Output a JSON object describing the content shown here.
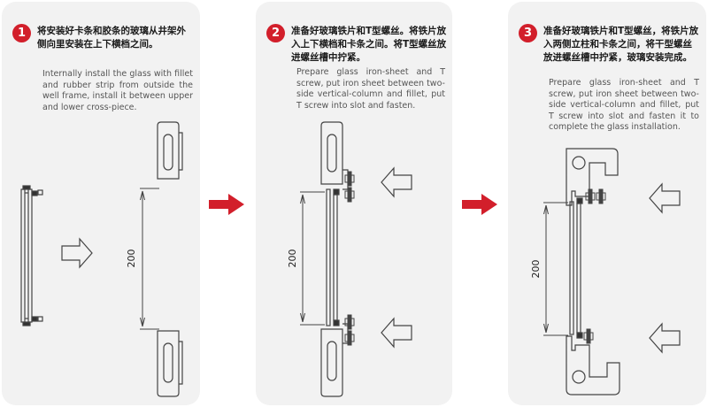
{
  "colors": {
    "accent": "#d21f2b",
    "panel": "#f2f2f2",
    "line": "#444444"
  },
  "steps": [
    {
      "number": "1",
      "title_zh": "将安装好卡条和胶条的玻璃从井架外侧向里安装在上下横档之间。",
      "desc_en": "Internally install the glass with fillet and rubber strip from outside the well frame, install it between upper and lower cross-piece.",
      "dimension": "200"
    },
    {
      "number": "2",
      "title_zh": "准备好玻璃铁片和T型螺丝。将铁片放入上下横档和卡条之间。将T型螺丝放进螺丝槽中拧紧。",
      "desc_en": "Prepare glass iron-sheet and T screw, put iron sheet between two-side vertical-column and fillet, put T screw into slot and fasten.",
      "dimension": "200"
    },
    {
      "number": "3",
      "title_zh": "准备好玻璃铁片和T型螺丝，将铁片放入两侧立柱和卡条之间，将干型螺丝放进螺丝槽中拧紧，玻璃安装完成。",
      "desc_en": "Prepare glass iron-sheet and T screw, put iron sheet between two-side vertical-column and fillet, put T screw into slot and fasten it to complete the glass installation.",
      "dimension": "200"
    }
  ],
  "icons": {
    "between_steps": "right-arrow-red-icon",
    "push": "outline-arrow-icon"
  }
}
